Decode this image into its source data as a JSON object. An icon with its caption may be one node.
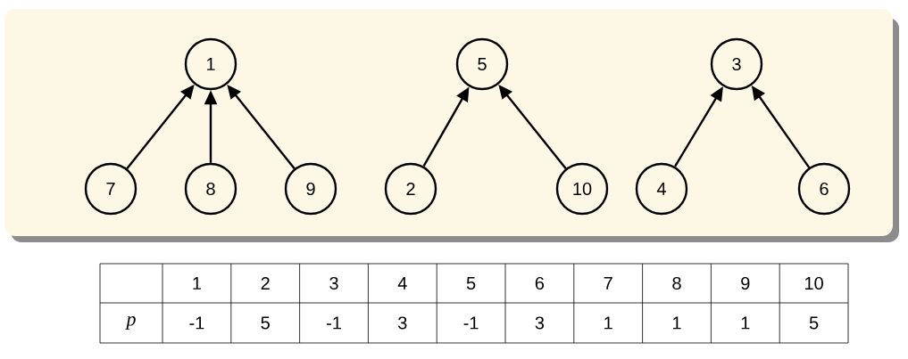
{
  "diagram": {
    "nodes": [
      {
        "text": [
          "1"
        ]
      },
      {
        "text": [
          "5"
        ]
      },
      {
        "text": [
          "3"
        ]
      },
      {
        "text": [
          "7"
        ]
      },
      {
        "text": [
          "8"
        ]
      },
      {
        "text": [
          "9"
        ]
      },
      {
        "text": [
          "2"
        ]
      },
      {
        "text": [
          "10"
        ]
      },
      {
        "text": [
          "4"
        ]
      },
      {
        "text": [
          "6"
        ]
      }
    ],
    "edges": [
      {
        "from": 3,
        "to": 0,
        "arrow": "to"
      },
      {
        "from": 4,
        "to": 0,
        "arrow": "to"
      },
      {
        "from": 5,
        "to": 0,
        "arrow": "to"
      },
      {
        "from": 6,
        "to": 1,
        "arrow": "to"
      },
      {
        "from": 7,
        "to": 1,
        "arrow": "to"
      },
      {
        "from": 8,
        "to": 2,
        "arrow": "to"
      },
      {
        "from": 9,
        "to": 2,
        "arrow": "to"
      }
    ],
    "labels": [
      "1",
      "2",
      "3",
      "4",
      "5",
      "6",
      "7",
      "8",
      "9",
      "10",
      "p",
      "-1",
      "5",
      "-1",
      "3",
      "-1",
      "3",
      "1",
      "1",
      "1",
      "5"
    ]
  }
}
